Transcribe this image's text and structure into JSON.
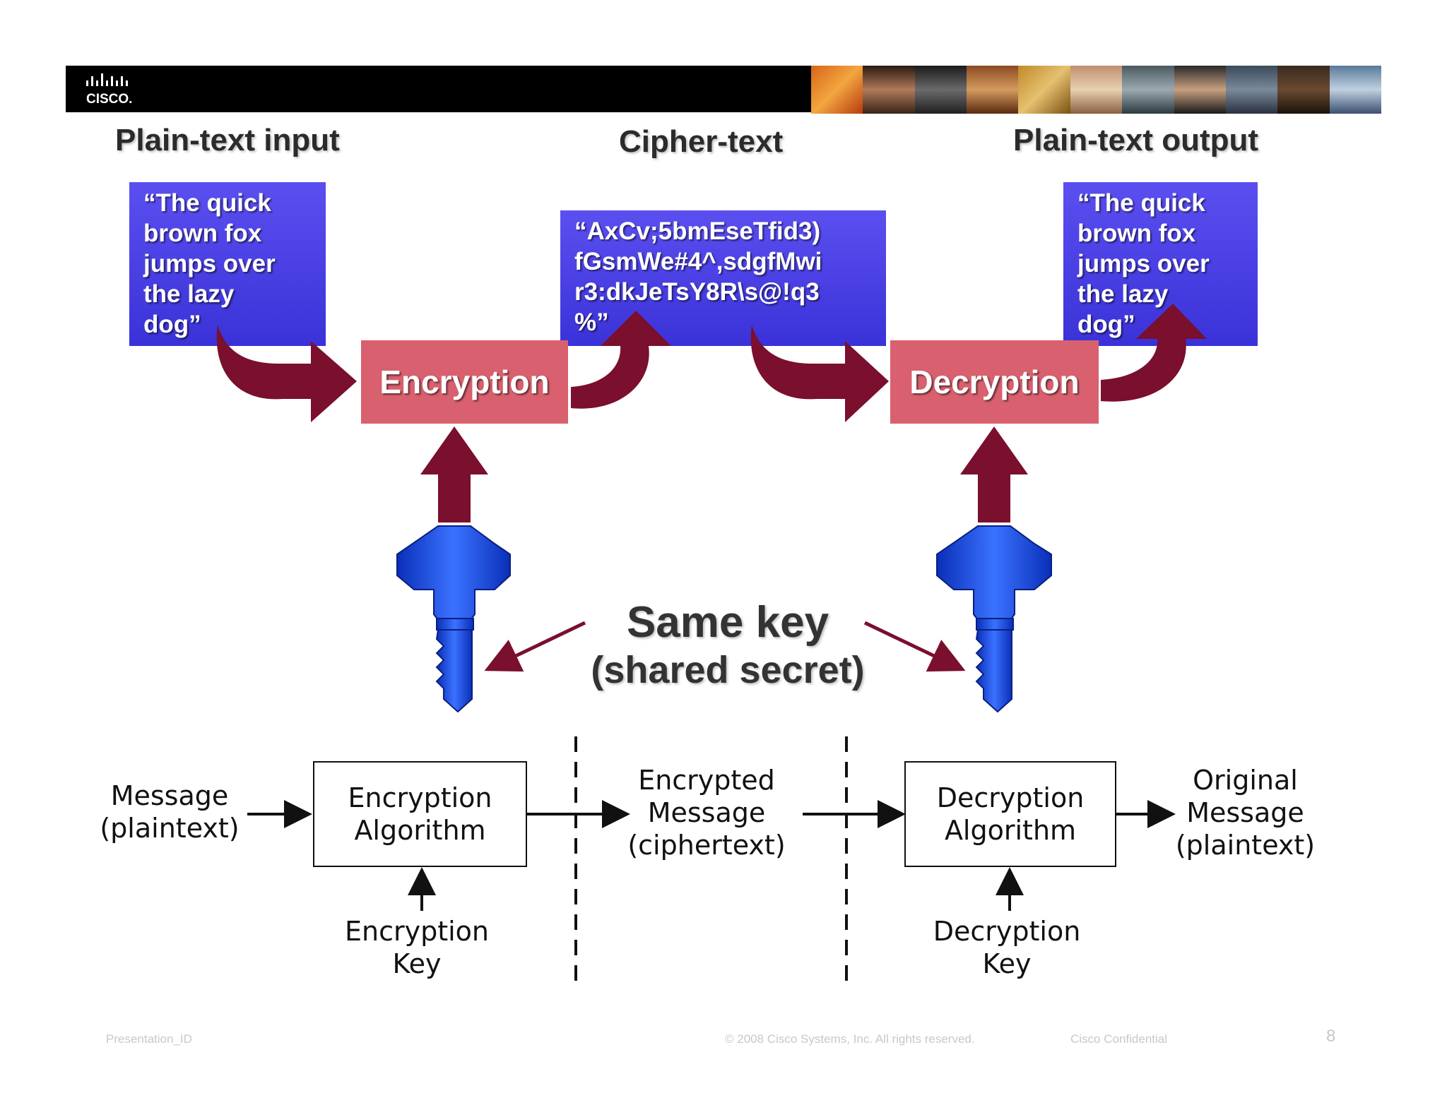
{
  "headings": {
    "plain_input": "Plain-text input",
    "cipher": "Cipher-text",
    "plain_output": "Plain-text output"
  },
  "boxes": {
    "input_text": "“The quick\nbrown fox\njumps over\nthe lazy\ndog”",
    "cipher_text": "“AxCv;5bmEseTfid3)\nfGsmWe#4^,sdgfMwi\nr3:dkJeTsY8R\\s@!q3\n%”",
    "output_text": "“The quick\nbrown fox\njumps over\nthe lazy\ndog”"
  },
  "process": {
    "encryption": "Encryption",
    "decryption": "Decryption"
  },
  "same_key": {
    "line1": "Same key",
    "line2": "(shared secret)"
  },
  "diagram": {
    "message_in": "Message\n(plaintext)",
    "enc_algorithm": "Encryption\nAlgorithm",
    "enc_key": "Encryption\nKey",
    "encrypted_message": "Encrypted\nMessage\n(ciphertext)",
    "dec_algorithm": "Decryption\nAlgorithm",
    "dec_key": "Decryption\nKey",
    "original_message": "Original\nMessage\n(plaintext)"
  },
  "footer": {
    "presentation_id": "Presentation_ID",
    "copyright": "© 2008 Cisco Systems, Inc. All rights reserved.",
    "confidential": "Cisco Confidential",
    "page_number": "8"
  },
  "colors": {
    "blue_box": "#4a40e6",
    "red_box": "#d9606e",
    "arrow_maroon": "#7a0f2e",
    "key_blue": "#1e50e6"
  }
}
